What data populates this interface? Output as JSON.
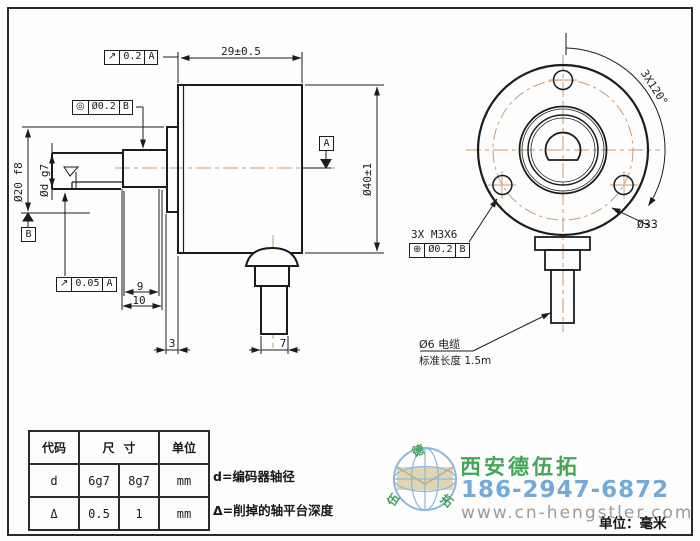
{
  "drawing": {
    "side_view": {
      "dim_width": "29±0.5",
      "dim_body_dia": "Ø40±1",
      "dim_flange_dia": "Ø20 f8",
      "dim_shaft_dia": "Ød g7",
      "dim_collar_len": "9",
      "dim_shaft_len": "10",
      "dim_flange_th": "3",
      "dim_cable": "7",
      "tol_face": {
        "sym": "↗",
        "val": "0.2",
        "datum": "A"
      },
      "tol_concentric": {
        "sym": "◎",
        "val": "Ø0.2",
        "datum": "B"
      },
      "tol_shaft": {
        "sym": "↗",
        "val": "0.05",
        "datum": "A"
      },
      "datum_a": "A",
      "datum_b": "B"
    },
    "front_view": {
      "angle": "3X120°",
      "bolt_circle": "Ø33",
      "screws": "3X M3X6",
      "tol_position": {
        "sym": "⊕",
        "val": "Ø0.2",
        "datum": "B"
      },
      "cable": "Ø6 电缆",
      "cable_length": "标准长度 1.5m"
    },
    "colors": {
      "centerline_tan": "#c79b72",
      "line_black": "#1c1c1c"
    }
  },
  "table": {
    "headers": {
      "code": "代码",
      "size": "尺寸",
      "unit": "单位"
    },
    "rows": [
      {
        "code": "d",
        "v1": "6g7",
        "v2": "8g7",
        "unit": "mm"
      },
      {
        "code": "Δ",
        "v1": "0.5",
        "v2": "1",
        "unit": "mm"
      }
    ]
  },
  "notes": {
    "d": "d=编码器轴径",
    "delta": "Δ=削掉的轴平台深度"
  },
  "footer": {
    "company": "西安德伍拓",
    "phone": "186-2947-6872",
    "website": "www.cn-hengstler.com",
    "unit_note": "单位：毫米",
    "logo_chars": {
      "top": "德",
      "left": "伍",
      "right": "拓"
    },
    "colors": {
      "company_green": "#43a556",
      "phone_blue": "#74a9d8",
      "site_gray": "#9b9b9b",
      "globe_blue": "#8cb8dc",
      "globe_beige": "#e2d5b2"
    }
  }
}
